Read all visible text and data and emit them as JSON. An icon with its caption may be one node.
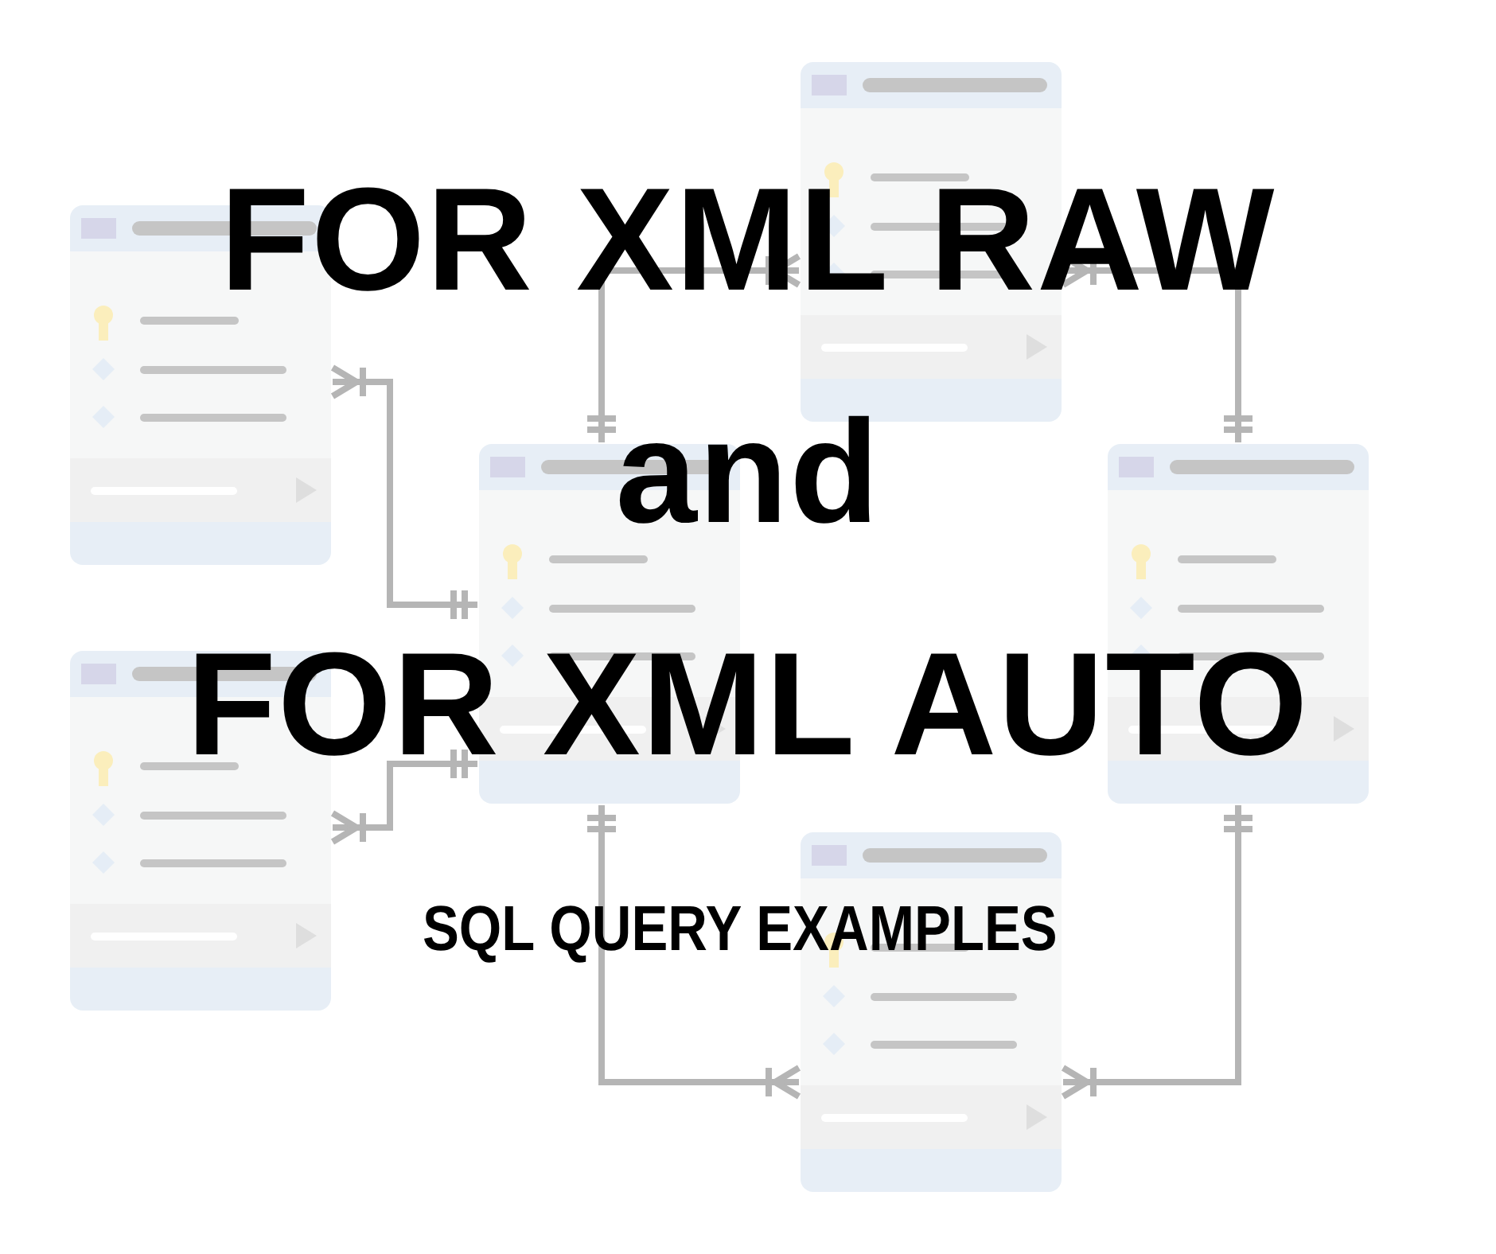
{
  "diagram": {
    "title": "FOR XML RAW and FOR XML AUTO",
    "nodes": [
      {
        "text": [],
        "shape": "box"
      },
      {
        "text": [],
        "shape": "box"
      },
      {
        "text": [],
        "shape": "box"
      },
      {
        "text": [],
        "shape": "box"
      },
      {
        "text": [],
        "shape": "box"
      },
      {
        "text": [],
        "shape": "box"
      }
    ],
    "edges": [
      {
        "from": 0,
        "to": 2,
        "arrow": "other"
      },
      {
        "from": 4,
        "to": 2,
        "arrow": "other"
      },
      {
        "from": 1,
        "to": 2,
        "arrow": "other"
      },
      {
        "from": 1,
        "to": 3,
        "arrow": "other"
      },
      {
        "from": 5,
        "to": 2,
        "arrow": "other"
      },
      {
        "from": 5,
        "to": 3,
        "arrow": "other"
      }
    ],
    "labels": [
      "SQL QUERY EXAMPLES"
    ]
  }
}
